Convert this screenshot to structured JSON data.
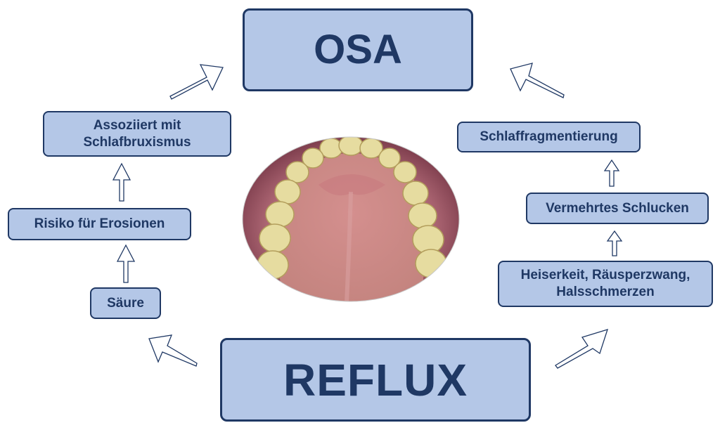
{
  "diagram": {
    "center_top": "OSA",
    "center_bottom": "REFLUX",
    "left_chain": {
      "step1": "Säure",
      "step2": "Risiko für Erosionen",
      "step3": "Assoziiert mit Schlafbruxismus"
    },
    "right_chain": {
      "step1": "Heiserkeit, Räusperzwang, Halsschmerzen",
      "step2": "Vermehrtes Schlucken",
      "step3": "Schlaffragmentierung"
    },
    "colors": {
      "box_fill": "#b4c7e7",
      "box_border": "#1f3864",
      "text": "#1f3864"
    }
  }
}
